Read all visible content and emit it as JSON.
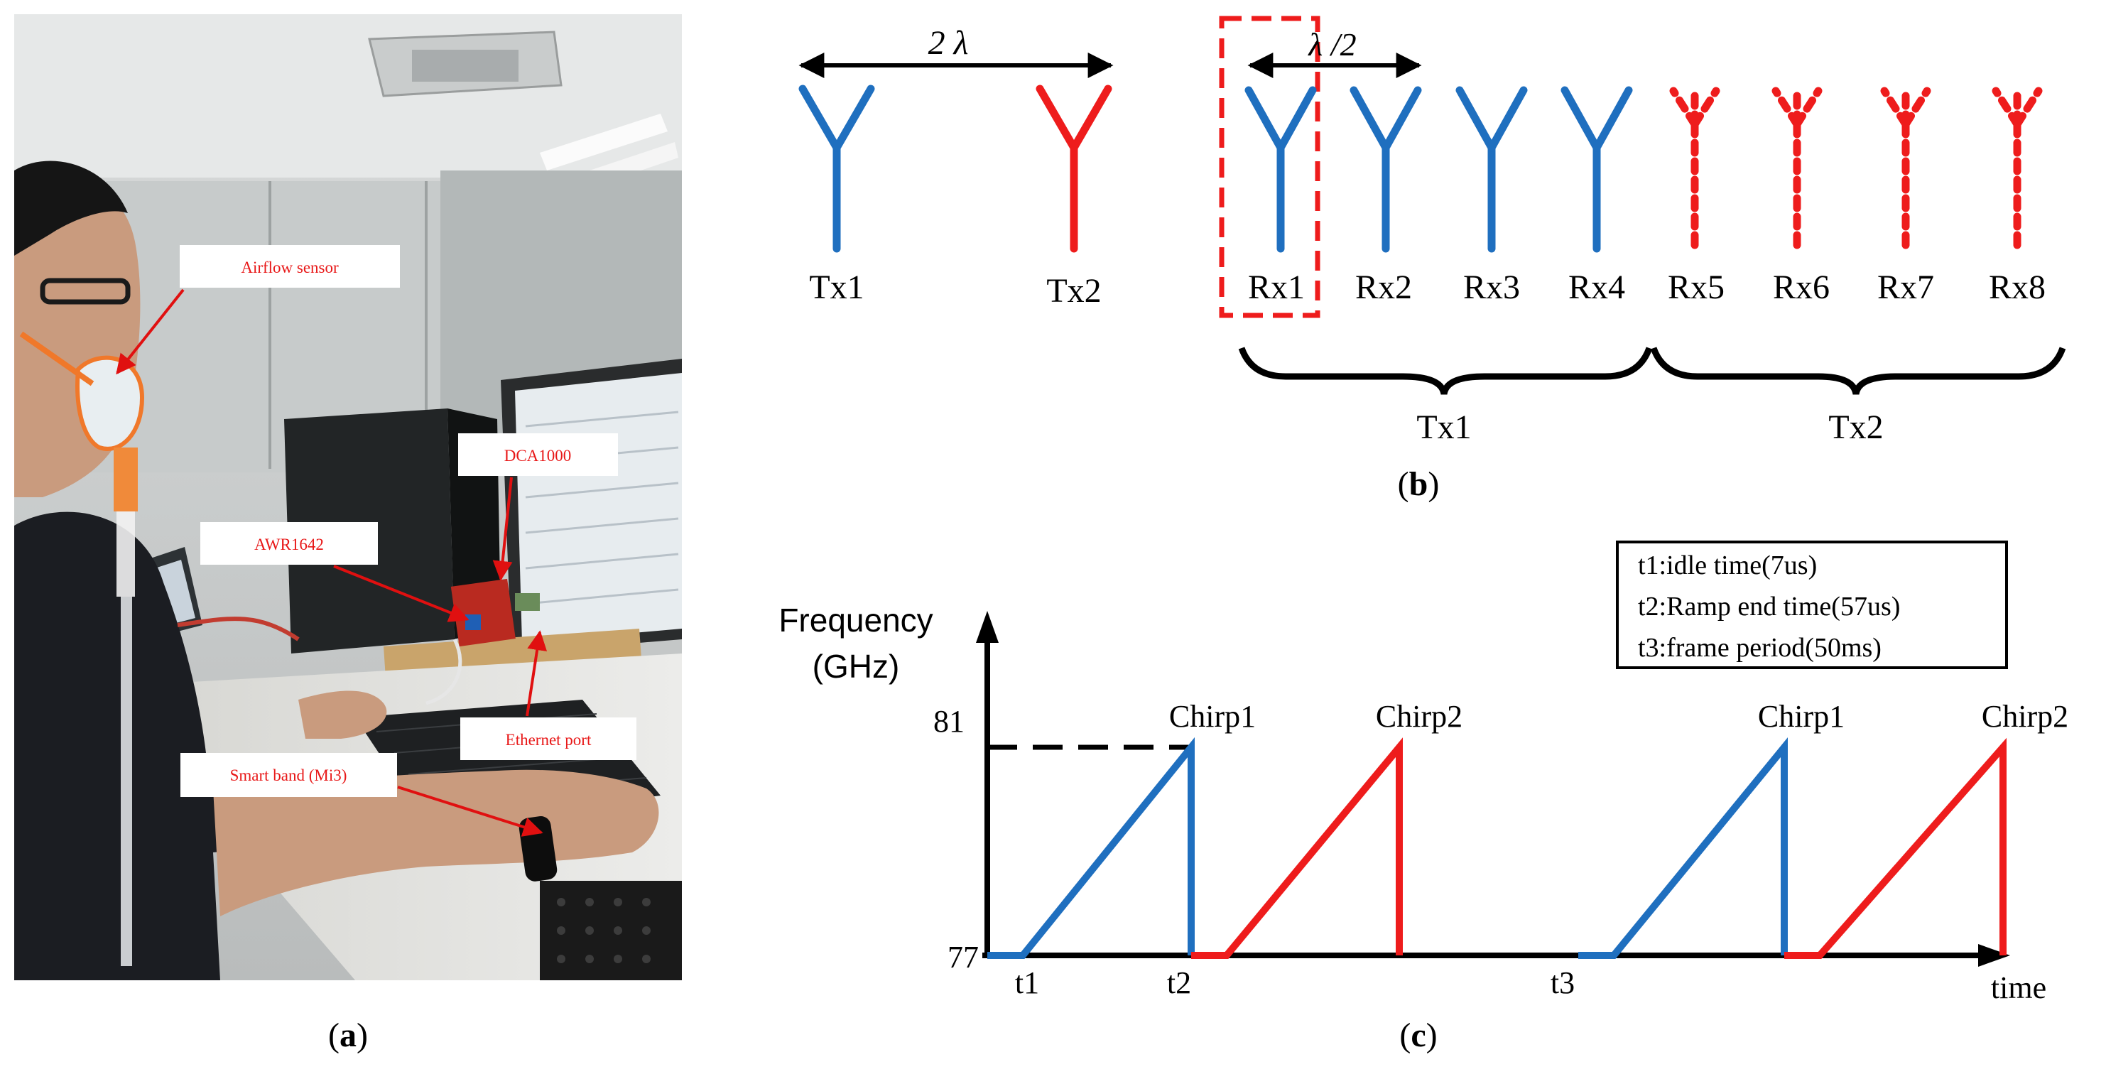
{
  "panel_a": {
    "caption": "a",
    "photo_callouts": [
      {
        "id": "airflow",
        "text": "Airflow sensor"
      },
      {
        "id": "dca",
        "text": "DCA1000"
      },
      {
        "id": "awr",
        "text": "AWR1642"
      },
      {
        "id": "ethernet",
        "text": "Ethernet port"
      },
      {
        "id": "smartband",
        "text": "Smart band (Mi3)"
      }
    ]
  },
  "panel_b": {
    "caption": "b",
    "tx_spacing_label": "2 λ",
    "rx_spacing_label": "λ /2",
    "tx": [
      "Tx1",
      "Tx2"
    ],
    "rx": [
      "Rx1",
      "Rx2",
      "Rx3",
      "Rx4",
      "Rx5",
      "Rx6",
      "Rx7",
      "Rx8"
    ],
    "groups": [
      "Tx1",
      "Tx2"
    ],
    "colors": {
      "tx1": "#1f6fbf",
      "tx2": "#ee1c1c",
      "bracket": "#000000"
    }
  },
  "panel_c": {
    "caption": "c",
    "legend": [
      "t1:idle time(7us)",
      "t2:Ramp end time(57us)",
      "t3:frame period(50ms)"
    ],
    "y_axis_title": [
      "Frequency",
      "(GHz)"
    ],
    "x_axis_title": "time",
    "y_ticks": [
      "81",
      "77"
    ],
    "x_ticks": [
      "t1",
      "t2",
      "t3"
    ],
    "chirp_labels": [
      "Chirp1",
      "Chirp2",
      "Chirp1",
      "Chirp2"
    ]
  }
}
